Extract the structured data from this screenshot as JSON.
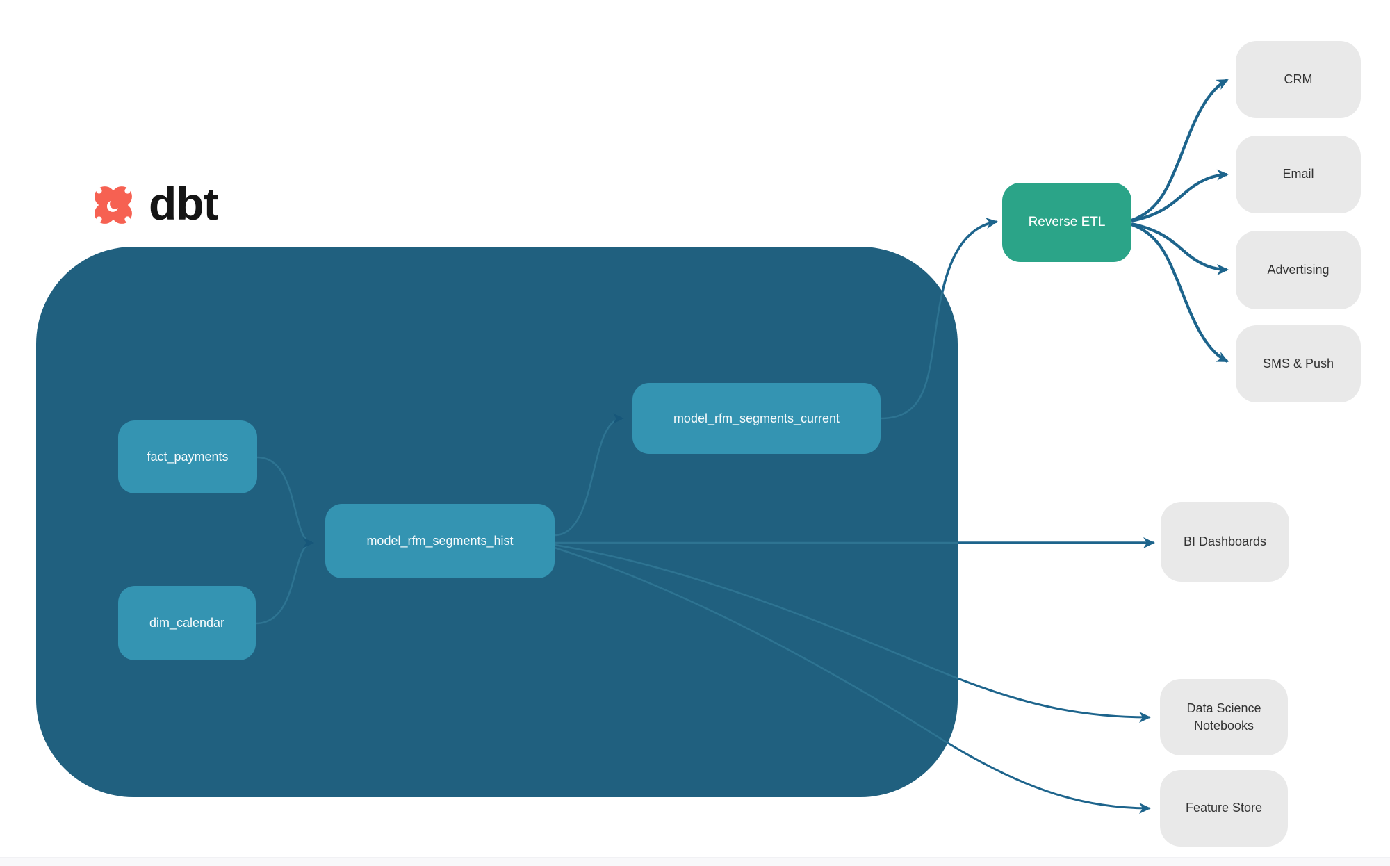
{
  "logo": {
    "brand": "dbt"
  },
  "colors": {
    "warehouse_container": "#20607F",
    "model_node": "#3494B2",
    "reverse_etl_node": "#2BA488",
    "destination_node": "#E9E9E9",
    "destination_text": "#333333",
    "arrow_outside": "#1D648C",
    "arrow_inside": "#2E7492",
    "logo_orange": "#F66152"
  },
  "nodes": {
    "fact_payments": {
      "label": "fact_payments"
    },
    "dim_calendar": {
      "label": "dim_calendar"
    },
    "model_rfm_segments_hist": {
      "label": "model_rfm_segments_hist"
    },
    "model_rfm_segments_current": {
      "label": "model_rfm_segments_current"
    },
    "reverse_etl": {
      "label": "Reverse ETL"
    },
    "crm": {
      "label": "CRM"
    },
    "email": {
      "label": "Email"
    },
    "advertising": {
      "label": "Advertising"
    },
    "sms_push": {
      "label": "SMS & Push"
    },
    "bi_dashboards": {
      "label": "BI Dashboards"
    },
    "data_science_notebooks": {
      "label": "Data Science Notebooks"
    },
    "feature_store": {
      "label": "Feature Store"
    }
  },
  "edges": [
    {
      "from": "fact_payments",
      "to": "model_rfm_segments_hist"
    },
    {
      "from": "dim_calendar",
      "to": "model_rfm_segments_hist"
    },
    {
      "from": "model_rfm_segments_hist",
      "to": "model_rfm_segments_current"
    },
    {
      "from": "model_rfm_segments_current",
      "to": "reverse_etl"
    },
    {
      "from": "model_rfm_segments_hist",
      "to": "bi_dashboards"
    },
    {
      "from": "model_rfm_segments_hist",
      "to": "data_science_notebooks"
    },
    {
      "from": "model_rfm_segments_hist",
      "to": "feature_store"
    },
    {
      "from": "reverse_etl",
      "to": "crm"
    },
    {
      "from": "reverse_etl",
      "to": "email"
    },
    {
      "from": "reverse_etl",
      "to": "advertising"
    },
    {
      "from": "reverse_etl",
      "to": "sms_push"
    }
  ]
}
